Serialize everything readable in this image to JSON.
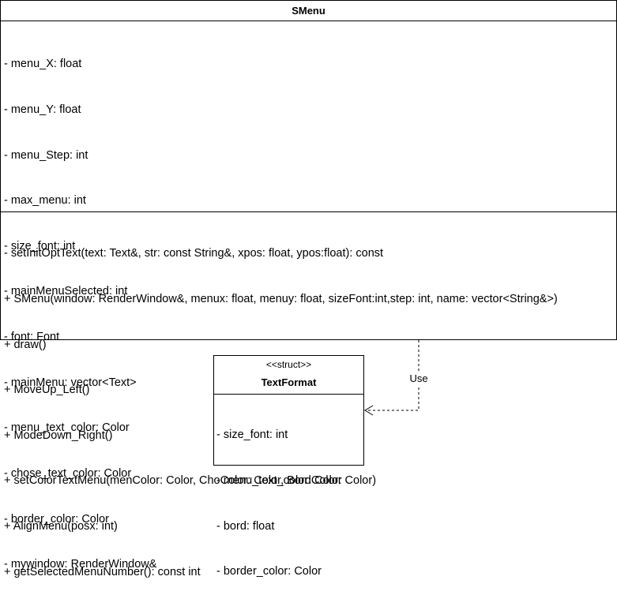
{
  "classes": {
    "smenu": {
      "name": "SMenu",
      "attributes": [
        "- menu_X: float",
        "- menu_Y: float",
        "- menu_Step: int",
        "- max_menu: int",
        "- size_font: int",
        "- mainMenuSelected: int",
        "- font: Font",
        "- mainMenu: vector<Text>",
        "- menu_text_color: Color",
        "- chose_text_color: Color",
        "- border_color: Color",
        "- mywindow: RenderWindow&"
      ],
      "operations": [
        "- setInitOptText(text: Text&, str: const String&, xpos: float, ypos:float): const",
        "+ SMenu(window: RenderWindow&, menux: float, menuy: float, sizeFont:int,step: int, name: vector<String&>)",
        "+ draw()",
        "+ MoveUp_Left()",
        "+ ModeDown_Right()",
        "+ setColorTextMenu(menColor: Color, ChoColor: Color, BordColor: Color)",
        "+ AlignMenu(posx: int)",
        "+ getSelectedMenuNumber(): const int"
      ]
    },
    "textformat": {
      "stereotype": "<<struct>>",
      "name": "TextFormat",
      "attributes": [
        "- size_font: int",
        "- menu_text_color: Color",
        "- bord: float",
        "- border_color: Color"
      ]
    }
  },
  "relations": {
    "use": {
      "label": "Use",
      "from": "SMenu",
      "to": "TextFormat",
      "style": "dashed",
      "arrow": "open-arrow"
    }
  },
  "colors": {
    "line": "#000000",
    "background": "#ffffff",
    "text": "#000000"
  }
}
